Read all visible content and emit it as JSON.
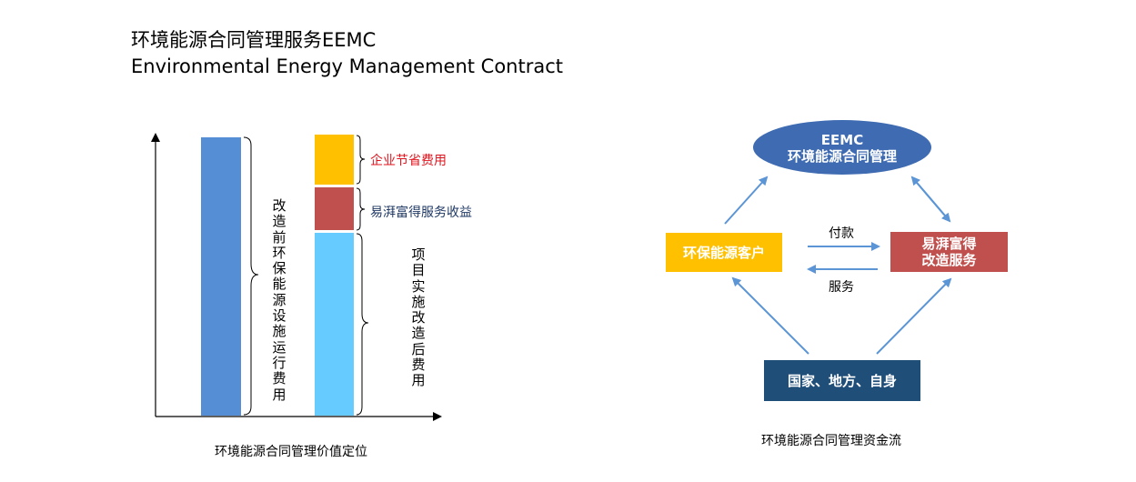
{
  "header": {
    "title_cn": "环境能源合同管理服务EEMC",
    "title_en": "Environmental Energy Management Contract"
  },
  "left_diagram": {
    "caption": "环境能源合同管理价值定位",
    "before_label": "改造前环保能源设施运行费用",
    "after_label": "项目实施改造后费用",
    "savings_label": "企业节省费用",
    "service_label": "易湃富得服务收益",
    "colors": {
      "before_bar": "#558ed5",
      "savings": "#ffc000",
      "service": "#c0504d",
      "after": "#66ccff",
      "savings_text": "#e0141e",
      "service_text": "#1f3864"
    }
  },
  "right_diagram": {
    "caption": "环境能源合同管理资金流",
    "eemc_line1": "EEMC",
    "eemc_line2": "环境能源合同管理",
    "client": "环保能源客户",
    "provider_line1": "易湃富得",
    "provider_line2": "改造服务",
    "funders": "国家、地方、自身",
    "pay_label": "付款",
    "service_label": "服务",
    "colors": {
      "ellipse": "#3e6bb2",
      "client": "#ffc000",
      "provider": "#c0504d",
      "funders": "#1f4e79",
      "arrow": "#5b95d5"
    }
  }
}
